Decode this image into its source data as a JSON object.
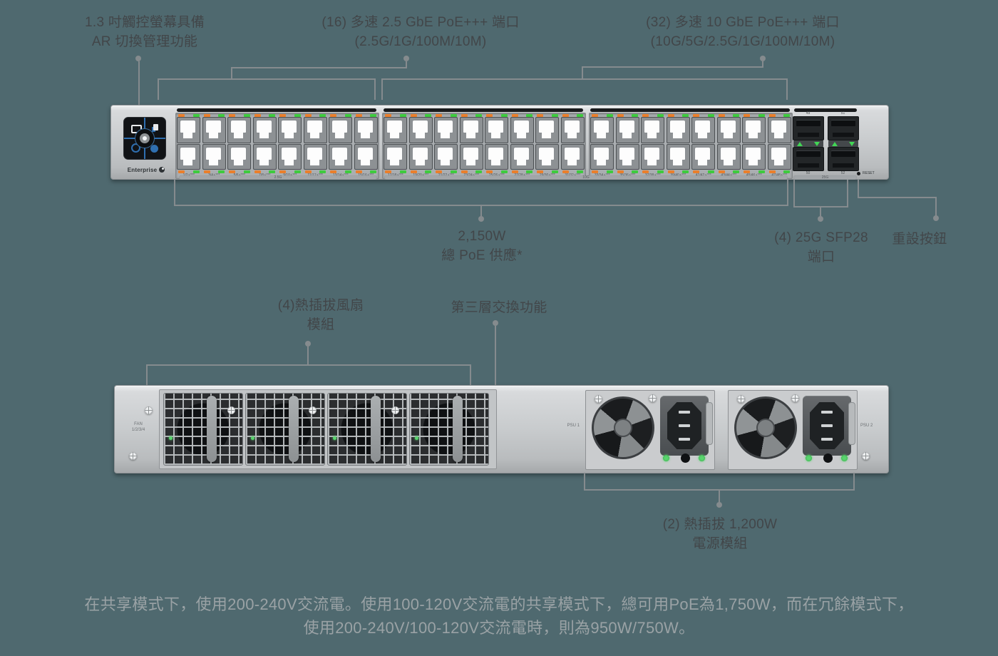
{
  "colors": {
    "background": "#4f696f",
    "annotation_text": "#424649",
    "connector_line": "#858b8e",
    "footer_text": "#9aa2a5",
    "led_orange": "#ea7f2c",
    "led_green": "#3ecb3e",
    "screen_accent_blue": "#2f6fb0"
  },
  "annotations": {
    "screen": {
      "line1": "1.3 吋觸控螢幕具備",
      "line2": "AR 切換管理功能"
    },
    "ports25": {
      "line1": "(16) 多速 2.5 GbE PoE+++ 端口",
      "line2": "(2.5G/1G/100M/10M)"
    },
    "ports10": {
      "line1": "(32) 多速 10 GbE PoE+++ 端口",
      "line2": "(10G/5G/2.5G/1G/100M/10M)"
    },
    "poe": {
      "line1": "2,150W",
      "line2": "總 PoE 供應*"
    },
    "sfp": {
      "line1": "(4) 25G SFP28",
      "line2": "端口"
    },
    "reset": {
      "line1": "重設按鈕"
    },
    "fans": {
      "line1": "(4)熱插拔風扇",
      "line2": "模組"
    },
    "l3": {
      "line1": "第三層交換功能"
    },
    "psu": {
      "line1": "(2) 熱插拔 1,200W",
      "line2": "電源模組"
    }
  },
  "front": {
    "brand": "Enterprise",
    "port_groups": [
      {
        "pairs": [
          "1/2",
          "3/4",
          "5/6",
          "7/8",
          "9/10",
          "11/12",
          "13/14",
          "15/16"
        ]
      },
      {
        "pairs": [
          "17/18",
          "19/20",
          "21/22",
          "23/24",
          "25/26",
          "27/28",
          "29/30",
          "31/32"
        ]
      },
      {
        "pairs": [
          "33/34",
          "35/36",
          "37/38",
          "39/40",
          "41/42",
          "43/44",
          "45/46",
          "47/48"
        ]
      }
    ],
    "pair_label_suffix": "⚡***",
    "speed_bars": [
      "2.5G",
      "10G",
      "25G"
    ],
    "sfp": {
      "top_labels": [
        "49",
        "51"
      ],
      "bottom_labels": [
        "50",
        "52"
      ]
    },
    "reset_label": "RESET"
  },
  "rear": {
    "fan_label_line1": "FAN",
    "fan_label_line2": "1/2/3/4",
    "psu_labels": [
      "PSU 1",
      "PSU 2"
    ]
  },
  "footer": {
    "line1": "在共享模式下，使用200-240V交流電。使用100-120V交流電的共享模式下，總可用PoE為1,750W，而在冗餘模式下，",
    "line2": "使用200-240V/100-120V交流電時，則為950W/750W。"
  }
}
